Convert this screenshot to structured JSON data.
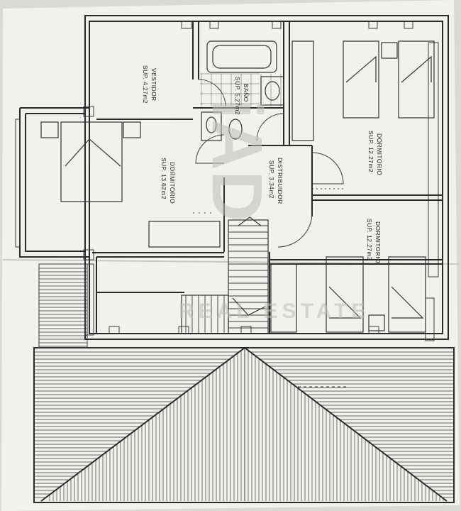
{
  "rooms": [
    {
      "id": "vestidor",
      "name": "VESTIDOR",
      "area": "SUP. 4.27m2"
    },
    {
      "id": "bano",
      "name": "BAÑO",
      "area": "SUP. 5.27m2"
    },
    {
      "id": "dormitorio-1",
      "name": "DORMITORIO",
      "area": "SUP. 13.62m2"
    },
    {
      "id": "distribuidor",
      "name": "DISTRIBUIDOR",
      "area": "SUP. 3.34m2"
    },
    {
      "id": "dormitorio-2",
      "name": "DORMITORIO",
      "area": "SUP. 12.27m2"
    },
    {
      "id": "dormitorio-3",
      "name": "DORMITORIO",
      "area": "SUP. 12.27m2"
    }
  ],
  "watermark": {
    "logo_letters": "iAD",
    "text": "REAL ESTATE"
  },
  "colors": {
    "paper": "#f1f1ee",
    "line": "#2a2a2a",
    "watermark": "#bdbdb8"
  }
}
